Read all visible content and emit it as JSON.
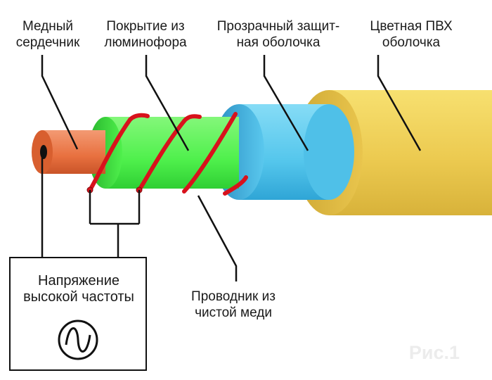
{
  "labels": {
    "copper_core": [
      "Медный",
      "сердечник"
    ],
    "phosphor_coating": [
      "Покрытие из",
      "люминофора"
    ],
    "clear_jacket": [
      "Прозрачный защит-",
      "ная оболочка"
    ],
    "pvc_jacket": [
      "Цветная ПВХ",
      "оболочка"
    ],
    "conductor": [
      "Проводник из",
      "чистой меди"
    ],
    "voltage_source": [
      "Напряжение",
      "высокой частоты"
    ]
  },
  "watermark": "Рис.1",
  "colors": {
    "copper": "#e8703f",
    "phosphor": "#4ff04c",
    "clear_jacket": "#5ccaee",
    "pvc": "#eac84e",
    "conductor_wire": "#d8121c",
    "leader_lines": "#111111"
  },
  "icons": {
    "ac_source": "sine-wave-icon"
  }
}
